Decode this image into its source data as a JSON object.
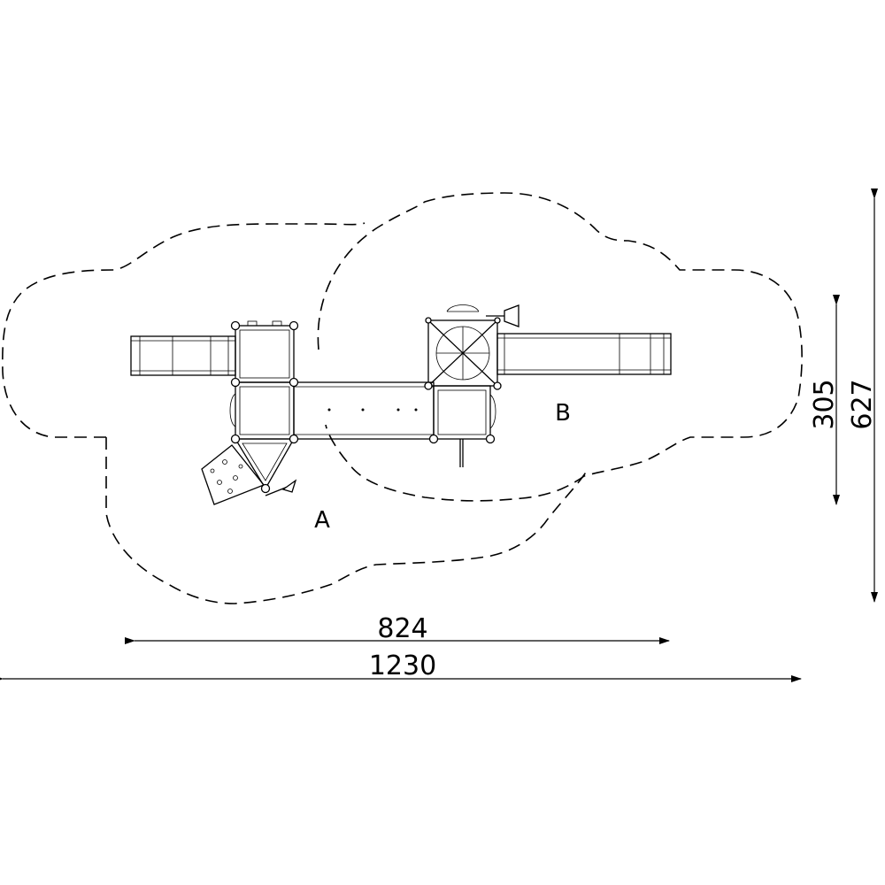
{
  "zones": {
    "a_label": "A",
    "b_label": "B"
  },
  "dimensions": {
    "inner_width": "824",
    "outer_width": "1230",
    "inner_height": "305",
    "outer_height": "627"
  }
}
